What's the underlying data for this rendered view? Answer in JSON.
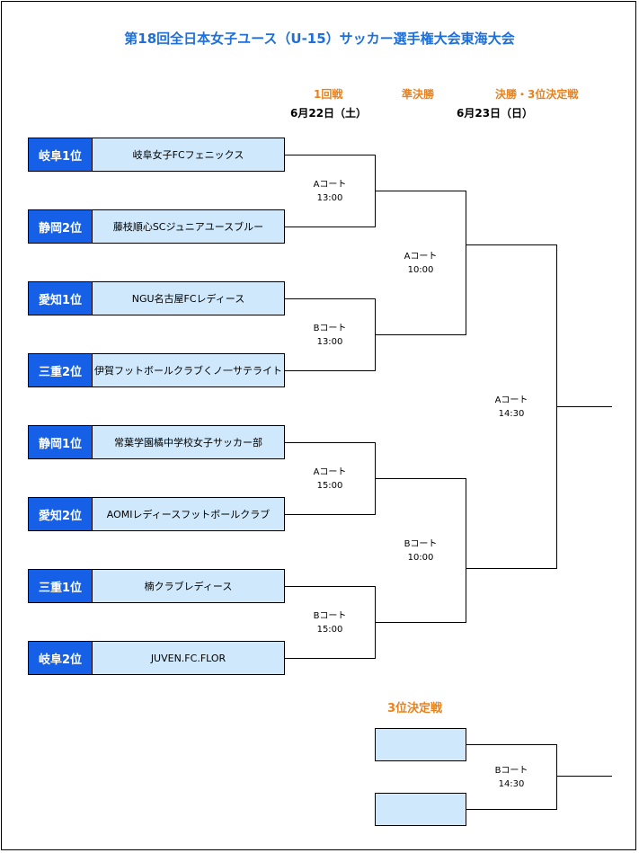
{
  "title": "第18回全日本女子ユース（U-15）サッカー選手権大会東海大会",
  "round_labels": {
    "round1": "1回戦",
    "semifinal": "準決勝",
    "final": "決勝・3位決定戦",
    "third_place": "3位決定戦"
  },
  "dates": {
    "day1": "6月22日（土）",
    "day2": "6月23日（日）"
  },
  "teams": [
    {
      "seed": "岐阜1位",
      "name": "岐阜女子FCフェニックス"
    },
    {
      "seed": "静岡2位",
      "name": "藤枝順心SCジュニアユースブルー"
    },
    {
      "seed": "愛知1位",
      "name": "NGU名古屋FCレディース"
    },
    {
      "seed": "三重2位",
      "name": "伊賀フットボールクラブくノ一サテライト"
    },
    {
      "seed": "静岡1位",
      "name": "常葉学園橘中学校女子サッカー部"
    },
    {
      "seed": "愛知2位",
      "name": "AOMIレディースフットボールクラブ"
    },
    {
      "seed": "三重1位",
      "name": "楠クラブレディース"
    },
    {
      "seed": "岐阜2位",
      "name": "JUVEN.FC.FLOR"
    }
  ],
  "matches": {
    "r1_1": {
      "court": "Aコート",
      "time": "13:00"
    },
    "r1_2": {
      "court": "Bコート",
      "time": "13:00"
    },
    "r1_3": {
      "court": "Aコート",
      "time": "15:00"
    },
    "r1_4": {
      "court": "Bコート",
      "time": "15:00"
    },
    "sf_1": {
      "court": "Aコート",
      "time": "10:00"
    },
    "sf_2": {
      "court": "Bコート",
      "time": "10:00"
    },
    "final": {
      "court": "Aコート",
      "time": "14:30"
    },
    "third": {
      "court": "Bコート",
      "time": "14:30"
    }
  },
  "colors": {
    "title": "#1e6fd9",
    "round_label": "#e8821e",
    "seed_box": "#1560e6",
    "team_box": "#cfe8fb"
  }
}
